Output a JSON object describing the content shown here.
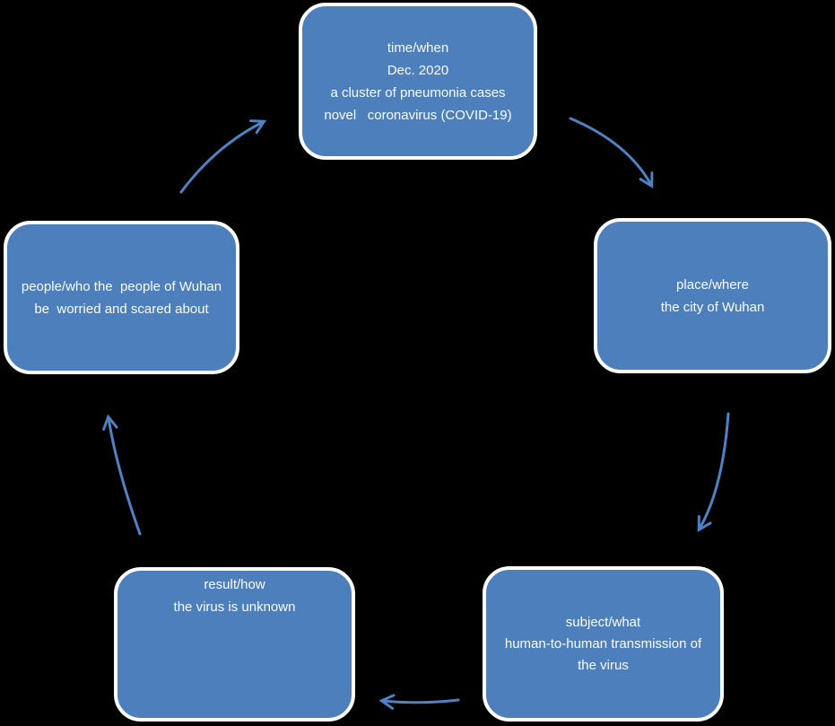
{
  "diagram": {
    "title": "five-w cycle diagram (COVID-19 news elements)",
    "background_color": "#000000",
    "node_fill_color": "#4d7fbc",
    "node_border_color": "#ffffff",
    "text_color": "#fafcff",
    "arrow_color": "#4f82c4",
    "nodes": [
      {
        "id": "time-when",
        "lines": [
          "time/when",
          "Dec. 2020",
          "a cluster of pneumonia cases",
          "novel   coronavirus (COVID-19)"
        ]
      },
      {
        "id": "place-where",
        "lines": [
          "place/where",
          "the city of Wuhan"
        ]
      },
      {
        "id": "subject-what",
        "lines": [
          "subject/what",
          "human-to-human transmission of",
          "the virus"
        ]
      },
      {
        "id": "result-how",
        "lines": [
          "result/how",
          "the virus is unknown"
        ]
      },
      {
        "id": "people-who",
        "lines": [
          "people/who the  people of Wuhan",
          "be  worried and scared about"
        ]
      }
    ],
    "connections": [
      {
        "from": "people-who",
        "to": "time-when"
      },
      {
        "from": "time-when",
        "to": "place-where"
      },
      {
        "from": "place-where",
        "to": "subject-what"
      },
      {
        "from": "subject-what",
        "to": "result-how"
      },
      {
        "from": "result-how",
        "to": "people-who"
      }
    ]
  }
}
